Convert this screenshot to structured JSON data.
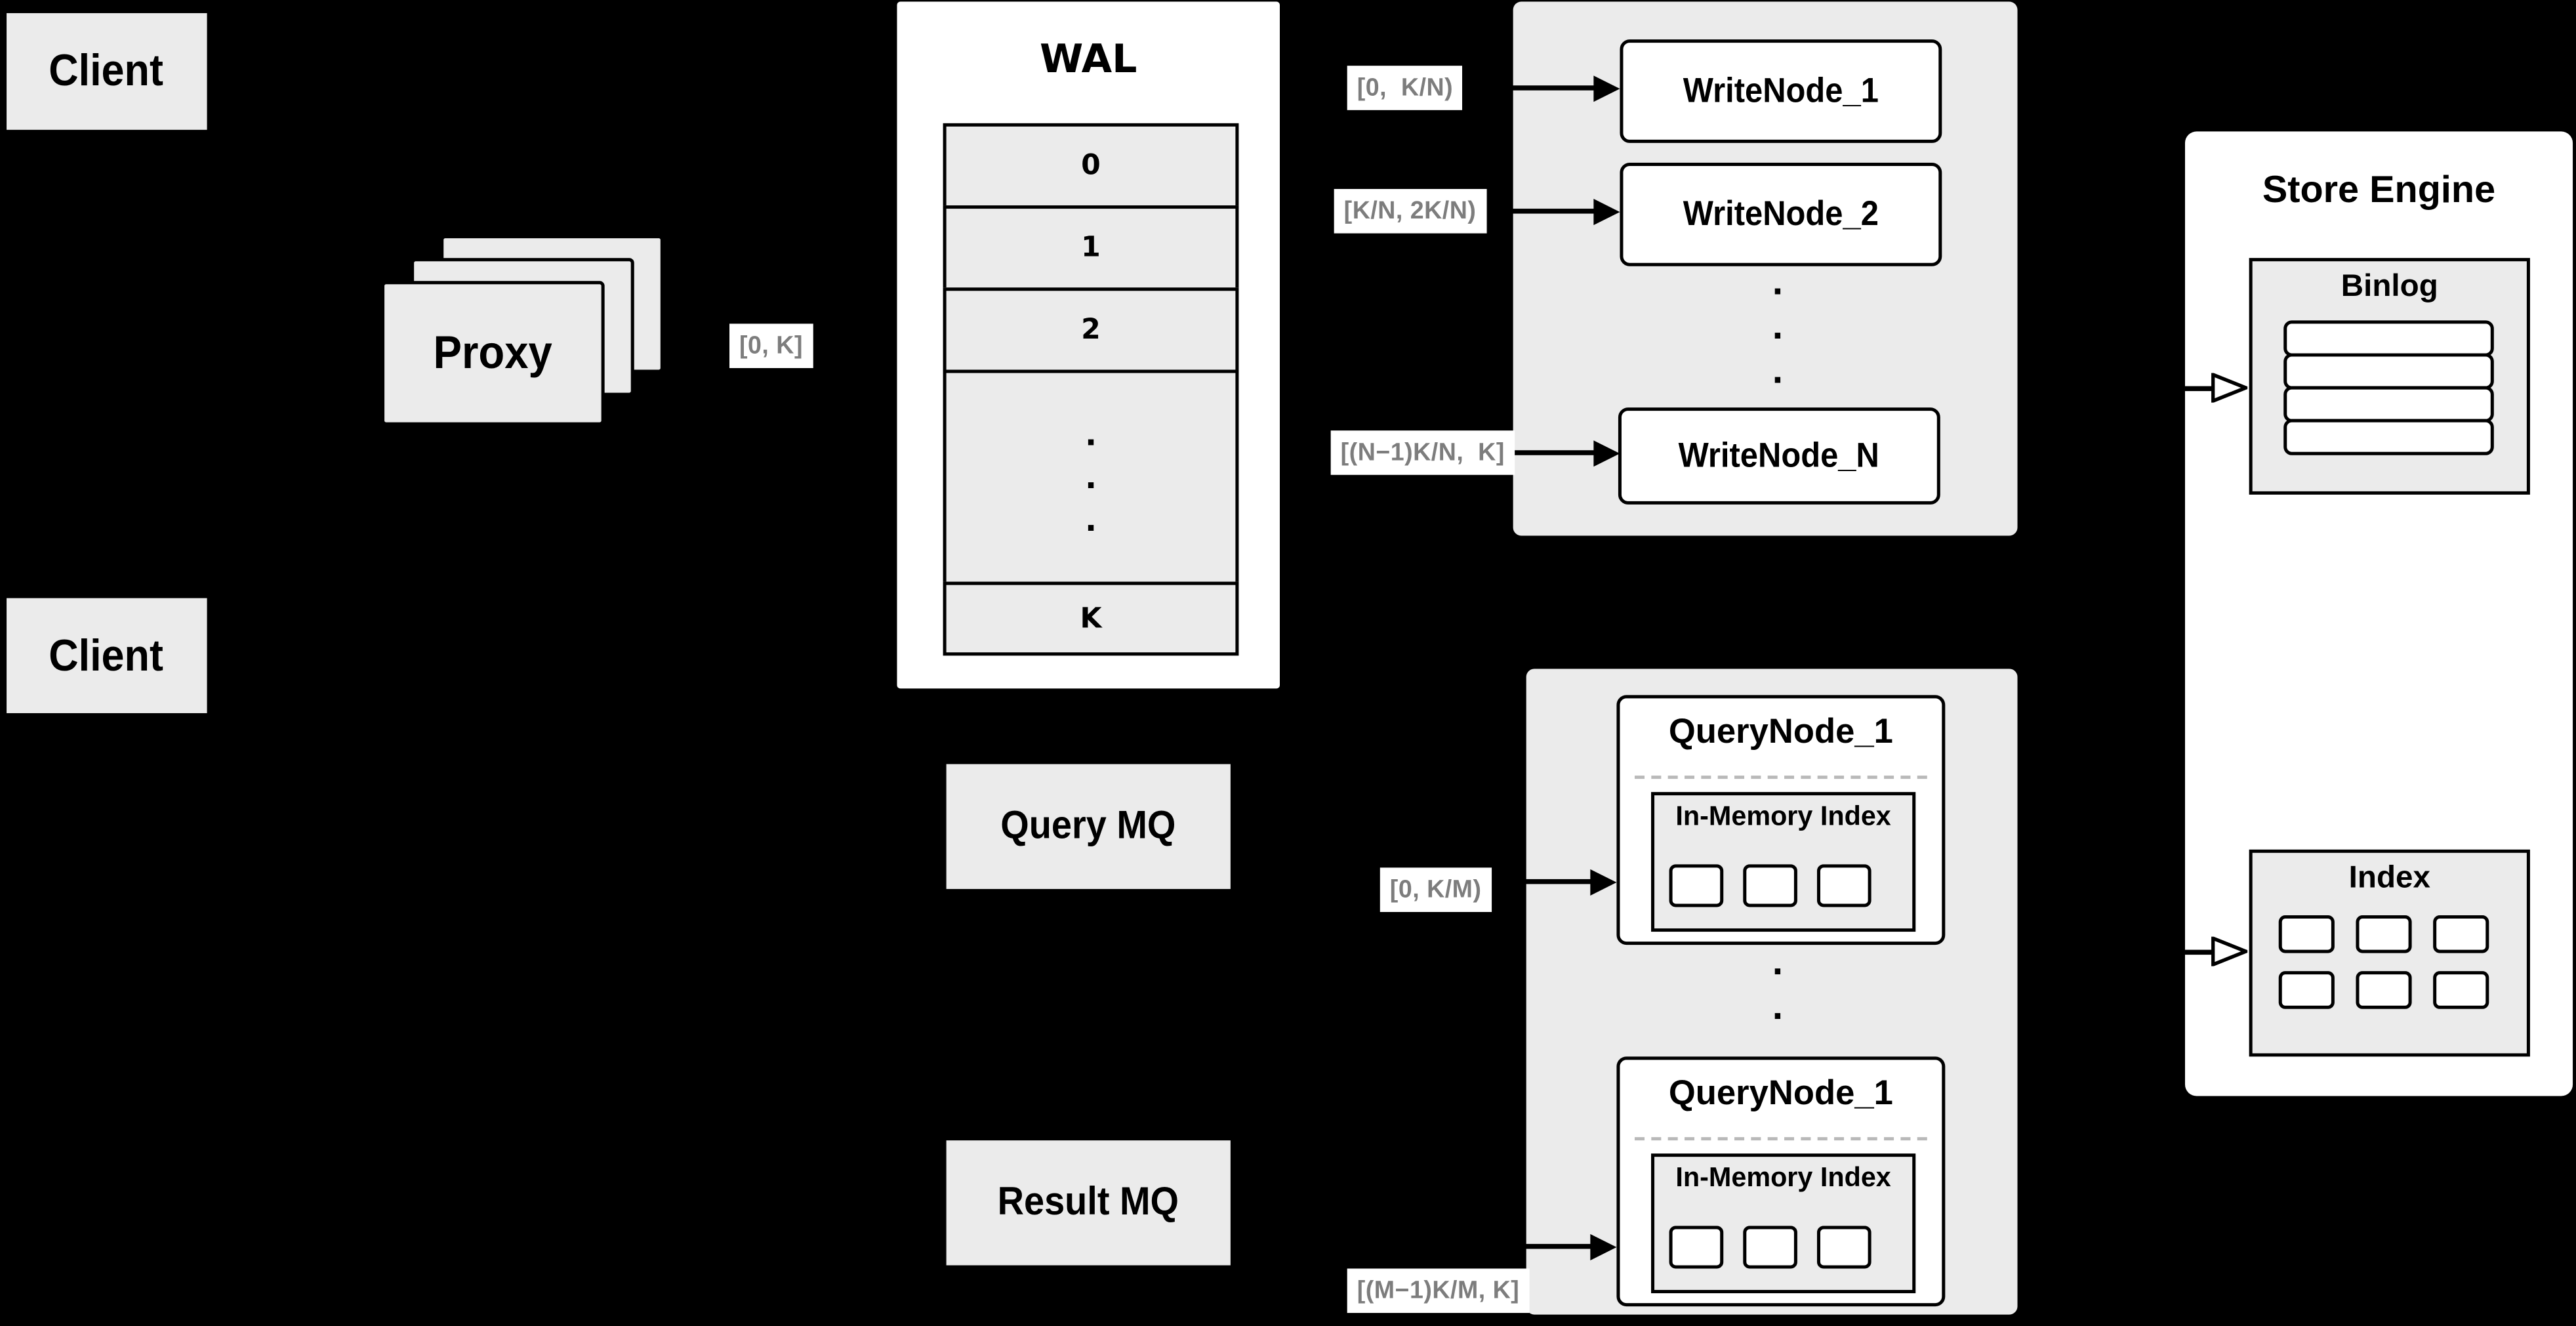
{
  "diagram": {
    "clients": [
      {
        "label": "Client"
      },
      {
        "label": "Client"
      }
    ],
    "proxy": {
      "label": "Proxy",
      "range": "[0, K]"
    },
    "wal": {
      "title": "WAL",
      "segments": [
        "0",
        "1",
        "2"
      ],
      "ellipsis": ".\n.\n.",
      "last_segment": "K"
    },
    "write_group": {
      "ellipsis": ".\n.\n.",
      "nodes": [
        {
          "range": "[0,  K/N)",
          "label": "WriteNode_1"
        },
        {
          "range": "[K/N, 2K/N)",
          "label": "WriteNode_2"
        },
        {
          "range": "[(N−1)K/N,  K]",
          "label": "WriteNode_N"
        }
      ]
    },
    "store_engine": {
      "title": "Store Engine",
      "binlog": {
        "title": "Binlog",
        "rows": 4
      },
      "index": {
        "title": "Index",
        "cells": 6
      }
    },
    "mq": {
      "query": "Query MQ",
      "result": "Result MQ"
    },
    "query_group": {
      "ellipsis": ".\n.\n.",
      "nodes": [
        {
          "range": "[0, K/M)",
          "title": "QueryNode_1",
          "inner_title": "In-Memory Index",
          "cells": 3
        },
        {
          "range": "[(M−1)K/M, K]",
          "title": "QueryNode_1",
          "inner_title": "In-Memory Index",
          "cells": 3
        }
      ]
    }
  },
  "colors": {
    "background": "#000000",
    "panel_gray": "#ebebeb",
    "box_white": "#ffffff",
    "line_black": "#000000",
    "range_text": "#7d7d7d"
  }
}
